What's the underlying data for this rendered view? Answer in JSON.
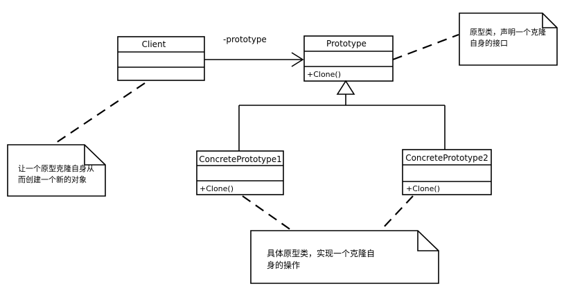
{
  "diagram": {
    "classes": {
      "client": {
        "name": "Client"
      },
      "prototype": {
        "name": "Prototype",
        "operation": "+Clone()"
      },
      "concrete1": {
        "name": "ConcretePrototype1",
        "operation": "+Clone()"
      },
      "concrete2": {
        "name": "ConcretePrototype2",
        "operation": "+Clone()"
      }
    },
    "association_label": "-prototype",
    "notes": {
      "prototype_note": [
        "原型类，声明一个克隆",
        "自身的接口"
      ],
      "client_note": [
        "让一个原型克隆自身从",
        "而创建一个新的对象"
      ],
      "concrete_note": [
        "具体原型类，实现一个克隆自",
        "身的操作"
      ]
    }
  }
}
